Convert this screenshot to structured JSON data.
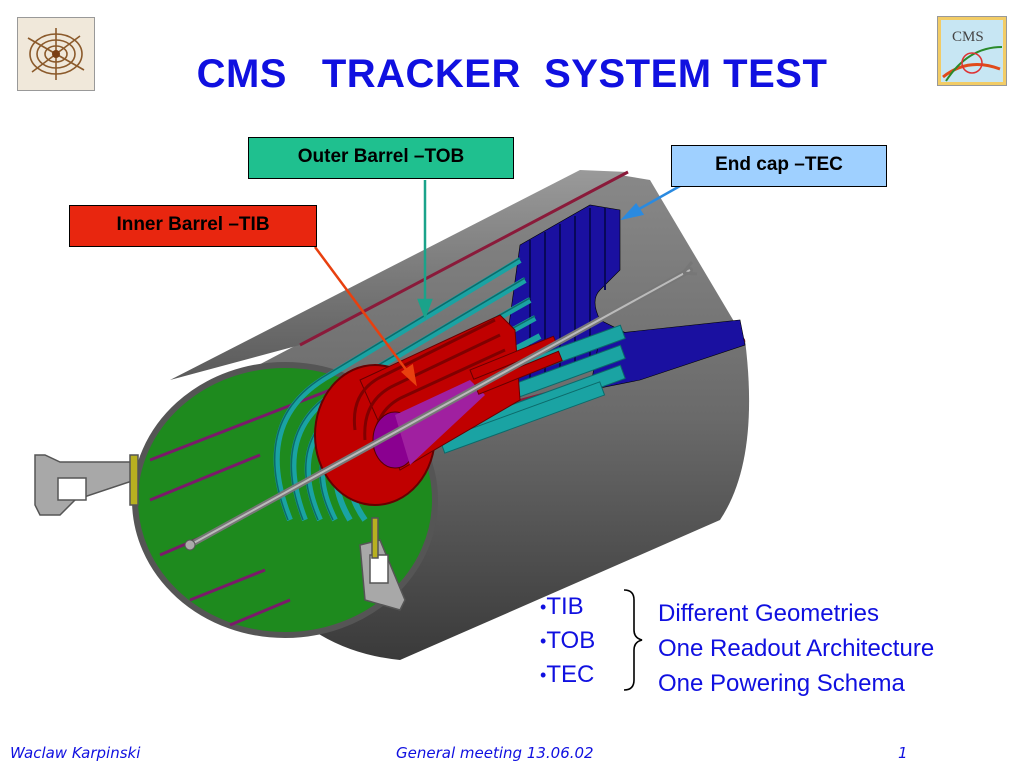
{
  "slide": {
    "title": "CMS   TRACKER  SYSTEM TEST",
    "labels": {
      "tob": "Outer Barrel –TOB",
      "tec": "End cap –TEC",
      "tib": "Inner Barrel –TIB"
    },
    "bullets": [
      "TIB",
      "TOB",
      "TEC"
    ],
    "notes": [
      "Different Geometries",
      "One Readout Architecture",
      "One Powering Schema"
    ],
    "footer": {
      "author": "Waclaw Karpinski",
      "meeting": "General meeting 13.06.02",
      "page": "1"
    },
    "logo_right_text": "CMS"
  },
  "colors": {
    "title": "#1010e0",
    "tob_label_bg": "#1fc08f",
    "tec_label_bg": "#9fd0ff",
    "tib_label_bg": "#e8260f"
  }
}
